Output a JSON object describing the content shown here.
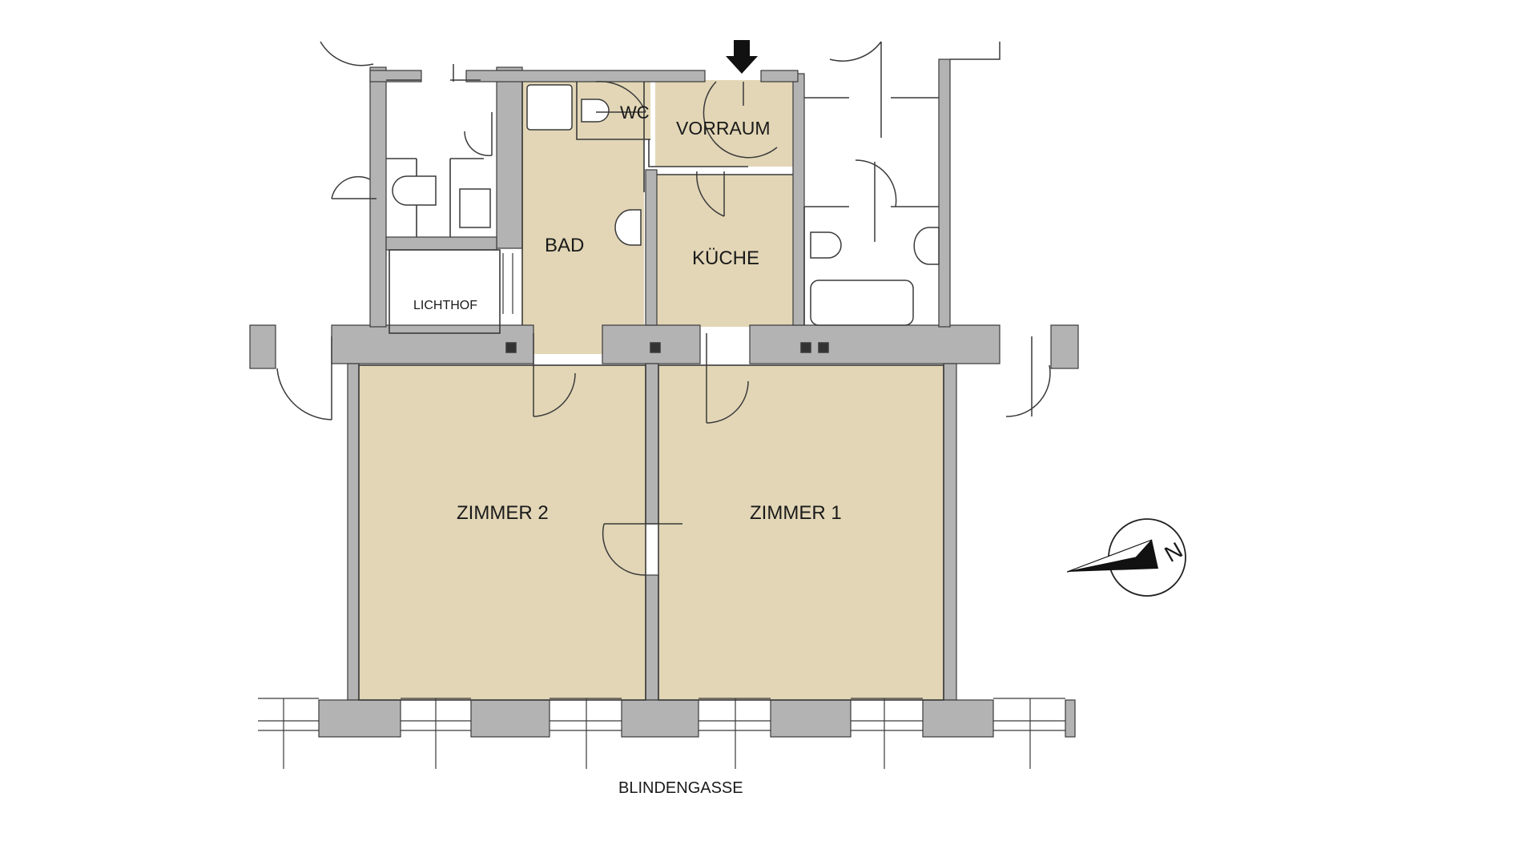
{
  "rooms": {
    "wc": "WC",
    "vorraum": "VORRAUM",
    "bad": "BAD",
    "kueche": "KÜCHE",
    "lichthof": "LICHTHOF",
    "zimmer2": "ZIMMER 2",
    "zimmer1": "ZIMMER 1"
  },
  "street": "BLINDENGASSE",
  "compass_letter": "N",
  "entrance_icon": "arrow-down-icon",
  "colors": {
    "floor": "#e2d6b6",
    "wall": "#b3b3b3",
    "line": "#3a3a3a"
  }
}
